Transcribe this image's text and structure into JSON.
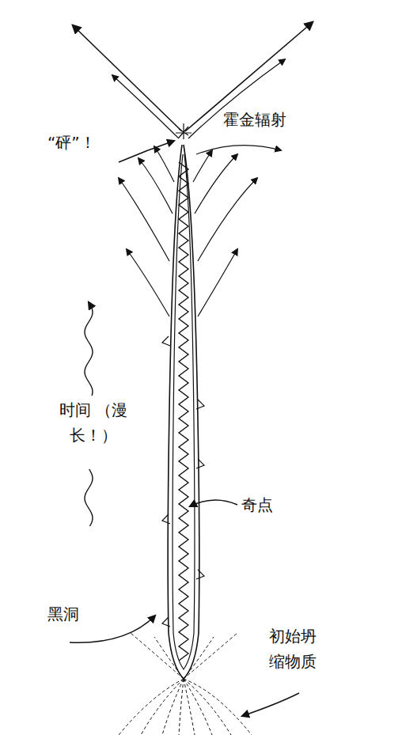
{
  "diagram": {
    "labels": [
      "“砰”！",
      "霍金辐射",
      "时间 （漫长！）",
      "奇点",
      "黑洞",
      "初始坍 缩物质"
    ]
  }
}
